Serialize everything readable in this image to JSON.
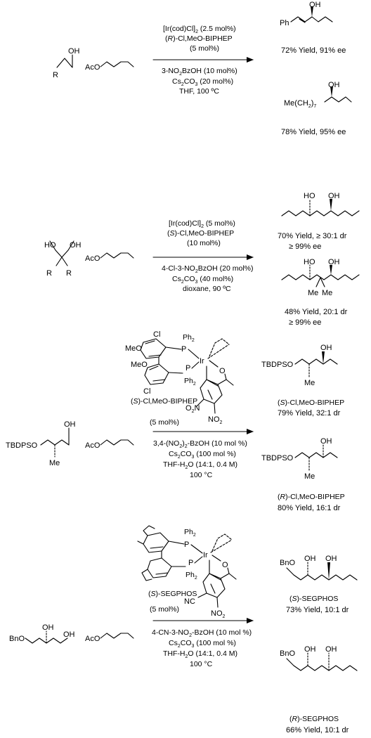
{
  "reactions": [
    {
      "substrate": {
        "oh": "OH",
        "r": "R"
      },
      "reagent": "AcO",
      "conditions_above": [
        "[Ir(cod)Cl]",
        "(",
        "R",
        ")-Cl,MeO-BIPHEP",
        "(5 mol%)"
      ],
      "catalyst_sub": "2",
      "catalyst_tail": " (2.5 mol%)",
      "conditions_below": [
        "3-NO",
        "2",
        "BzOH (10 mol%)",
        "Cs",
        "2",
        "CO",
        "3",
        " (20 mol%)",
        "THF, 100 ºC"
      ],
      "products": [
        {
          "prefix": "Ph",
          "oh": "OH",
          "result": "72% Yield, 91% ee"
        },
        {
          "prefix": "Me(CH",
          "sub1": "2",
          "suffix": ")",
          "sub2": "7",
          "oh": "OH",
          "result": "78% Yield, 95% ee"
        }
      ]
    },
    {
      "substrate": {
        "oh1": "HO",
        "oh2": "OH",
        "r1": "R",
        "r2": "R"
      },
      "reagent": "AcO",
      "conditions_above": [
        "[Ir(cod)Cl]",
        "2",
        " (5 mol%)",
        "(",
        "S",
        ")-Cl,MeO-BIPHEP",
        "(10 mol%)"
      ],
      "conditions_below": [
        "4-Cl-3-NO",
        "2",
        "BzOH (20 mol%)",
        "Cs",
        "2",
        "CO",
        "3",
        " (40 mol%)",
        "dioxane, 90 ºC"
      ],
      "products": [
        {
          "ho": "HO",
          "oh": "OH",
          "result1": "70% Yield, ",
          "ge": "≥",
          "result2": " 30:1 dr",
          "ee": "99% ee"
        },
        {
          "ho": "HO",
          "oh": "OH",
          "me1": "Me",
          "me2": "Me",
          "result": "48% Yield, 20:1 dr",
          "ee": "99% ee"
        }
      ]
    },
    {
      "substrate": {
        "tbdps": "TBDPSO",
        "oh": "OH",
        "me": "Me"
      },
      "reagent": "AcO",
      "catalyst": {
        "cl1": "Cl",
        "meo1": "MeO",
        "ph2a": "Ph",
        "p1": "P",
        "meo2": "MeO",
        "p2": "P",
        "ph2b": "Ph",
        "ir": "Ir",
        "o": "O",
        "cl2": "Cl",
        "no2a": "O",
        "no2b": "NO",
        "name_pre": "(",
        "name_s": "S",
        "name_post": ")-Cl,MeO-BIPHEP"
      },
      "loading": "(5 mol%)",
      "conditions_below": [
        "3,4-(NO",
        "2",
        ")",
        "2",
        "-BzOH (10 mol %)",
        "Cs",
        "2",
        "CO",
        "3",
        " (100 mol %)",
        "THF-H",
        "2",
        "O (14:1, 0.4 M)",
        "100 °C"
      ],
      "products": [
        {
          "tbdps": "TBDPSO",
          "oh": "OH",
          "me": "Me",
          "ligand_pre": "(",
          "ligand_s": "S",
          "ligand_post": ")-Cl,MeO-BIPHEP",
          "result": "79% Yield, 32:1 dr"
        },
        {
          "tbdps": "TBDPSO",
          "oh": "OH",
          "me": "Me",
          "ligand_pre": "(",
          "ligand_s": "R",
          "ligand_post": ")-Cl,MeO-BIPHEP",
          "result": "80% Yield, 16:1 dr"
        }
      ]
    },
    {
      "substrate": {
        "bno": "BnO",
        "oh1": "OH",
        "oh2": "OH"
      },
      "reagent": "AcO",
      "catalyst": {
        "ph2a": "Ph",
        "p1": "P",
        "p2": "P",
        "ph2b": "Ph",
        "ir": "Ir",
        "o": "O",
        "nc": "NC",
        "no2": "NO",
        "name_pre": "(",
        "name_s": "S",
        "name_post": ")-SEGPHOS"
      },
      "loading": "(5 mol%)",
      "conditions_below": [
        "4-CN-3-NO",
        "2",
        "-BzOH (10 mol %)",
        "Cs",
        "2",
        "CO",
        "3",
        " (100 mol %)",
        "THF-H",
        "2",
        "O (14:1, 0.4 M)",
        "100 °C"
      ],
      "products": [
        {
          "bno": "BnO",
          "oh1": "OH",
          "oh2": "OH",
          "ligand_pre": "(",
          "ligand_s": "S",
          "ligand_post": ")-SEGPHOS",
          "result": "73% Yield, 10:1 dr"
        },
        {
          "bno": "BnO",
          "oh1": "OH",
          "oh2": "OH",
          "ligand_pre": "(",
          "ligand_s": "R",
          "ligand_post": ")-SEGPHOS",
          "result": "66% Yield, 10:1 dr"
        }
      ]
    }
  ]
}
